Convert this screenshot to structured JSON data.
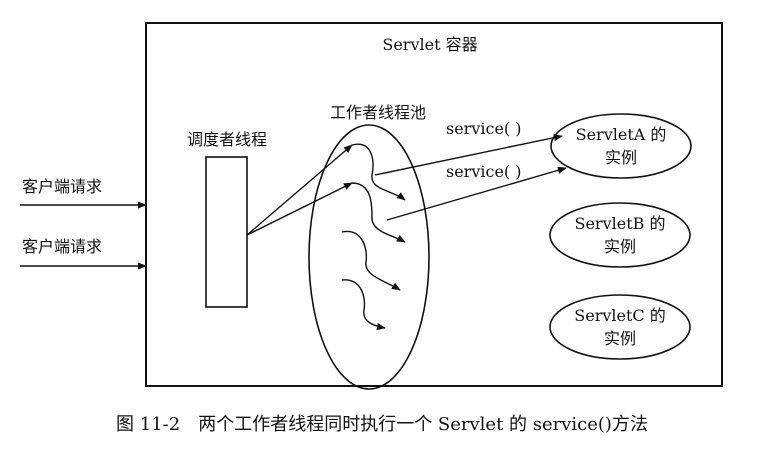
{
  "container": {
    "title": "Servlet 容器"
  },
  "client_requests": [
    "客户端请求",
    "客户端请求"
  ],
  "dispatcher": {
    "label": "调度者线程"
  },
  "worker_pool": {
    "label": "工作者线程池"
  },
  "service_calls": [
    "service( )",
    "service( )"
  ],
  "servlet_instances": [
    {
      "line1": "ServletA 的",
      "line2": "实例"
    },
    {
      "line1": "ServletB 的",
      "line2": "实例"
    },
    {
      "line1": "ServletC 的",
      "line2": "实例"
    }
  ],
  "caption": "图 11-2　两个工作者线程同时执行一个 Servlet 的 service()方法"
}
